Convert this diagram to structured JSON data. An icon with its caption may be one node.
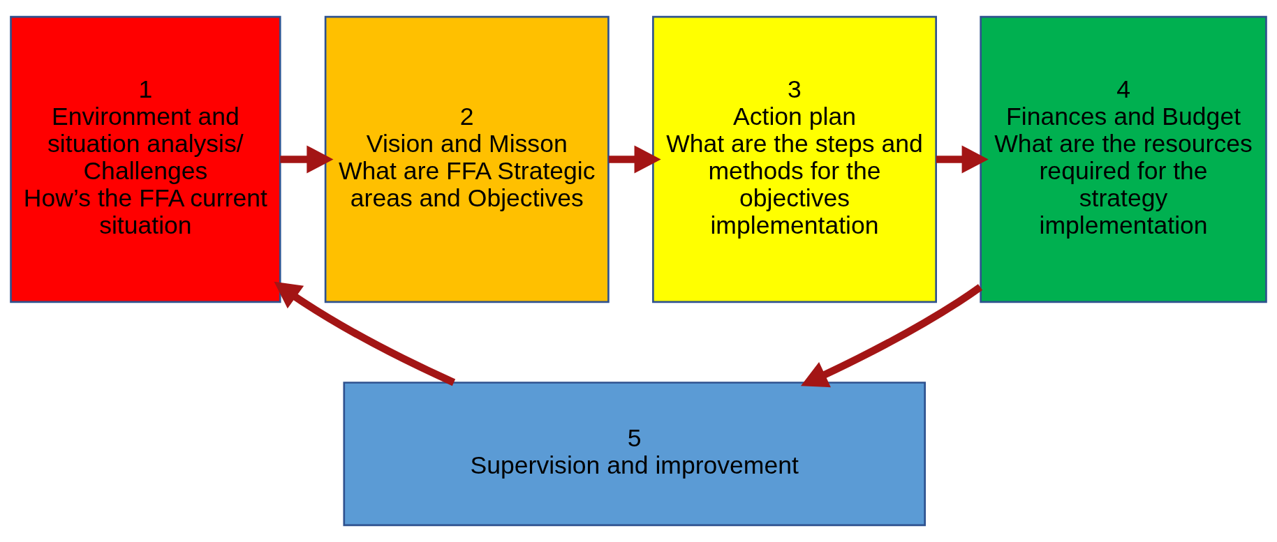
{
  "diagram": {
    "nodes": [
      {
        "text": [
          "1",
          "Environment and situation analysis/ Challenges",
          "How’s the FFA current situation"
        ]
      },
      {
        "text": [
          "2",
          "Vision and Misson",
          "What are FFA Strategic areas and Objectives"
        ]
      },
      {
        "text": [
          "3",
          "Action plan",
          "What are the steps and methods for the objectives implementation"
        ]
      },
      {
        "text": [
          "4",
          "Finances and Budget",
          "What are the resources required for the strategy implementation"
        ]
      },
      {
        "text": [
          "5",
          "Supervision and improvement"
        ]
      }
    ],
    "edges": [
      {
        "from": 0,
        "to": 1,
        "arrow": "to"
      },
      {
        "from": 1,
        "to": 2,
        "arrow": "to"
      },
      {
        "from": 2,
        "to": 3,
        "arrow": "to"
      },
      {
        "from": 3,
        "to": 4,
        "arrow": "to"
      },
      {
        "from": 4,
        "to": 0,
        "arrow": "to"
      }
    ]
  }
}
